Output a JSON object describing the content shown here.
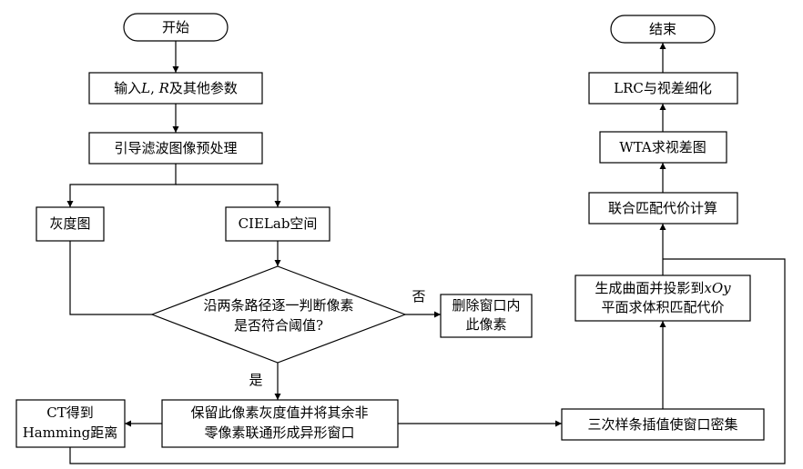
{
  "nodes": {
    "start": "开始",
    "input_prefix": "输入",
    "input_L": "L",
    "input_sep": ", ",
    "input_R": "R",
    "input_suffix": "及其他参数",
    "preprocess": "引导滤波图像预处理",
    "gray": "灰度图",
    "cielab": "CIELab空间",
    "decision_line1": "沿两条路径逐一判断像素",
    "decision_line2": "是否符合阈值?",
    "delete_line1": "删除窗口内",
    "delete_line2": "此像素",
    "keep_line1": "保留此像素灰度值并将其余非",
    "keep_line2": "零像素联通形成异形窗口",
    "ct_line1": "CT得到",
    "ct_line2": "Hamming距离",
    "spline": "三次样条插值使窗口密集",
    "surface_line1_prefix": "生成曲面并投影到",
    "surface_line1_var": "xOy",
    "surface_line2": "平面求体积匹配代价",
    "aggregate": "联合匹配代价计算",
    "wta": "WTA求视差图",
    "lrc": "LRC与视差细化",
    "end": "结束"
  },
  "edge_labels": {
    "no": "否",
    "yes": "是"
  }
}
